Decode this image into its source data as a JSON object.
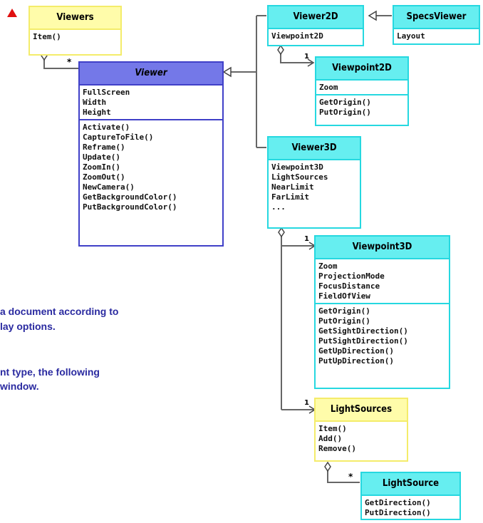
{
  "classes": {
    "viewers": {
      "name": "Viewers",
      "methods": [
        "Item()"
      ]
    },
    "viewer": {
      "name": "Viewer",
      "attributes": [
        "FullScreen",
        "Width",
        "Height"
      ],
      "methods": [
        "Activate()",
        "CaptureToFile()",
        "Reframe()",
        "Update()",
        "ZoomIn()",
        "ZoomOut()",
        "NewCamera()",
        "GetBackgroundColor()",
        "PutBackgroundColor()"
      ]
    },
    "viewer2d": {
      "name": "Viewer2D",
      "attributes": [
        "Viewpoint2D"
      ]
    },
    "specsviewer": {
      "name": "SpecsViewer",
      "attributes": [
        "Layout"
      ]
    },
    "viewpoint2d": {
      "name": "Viewpoint2D",
      "attributes": [
        "Zoom"
      ],
      "methods": [
        "GetOrigin()",
        "PutOrigin()"
      ]
    },
    "viewer3d": {
      "name": "Viewer3D",
      "attributes": [
        "Viewpoint3D",
        "LightSources",
        "NearLimit",
        "FarLimit",
        "..."
      ]
    },
    "viewpoint3d": {
      "name": "Viewpoint3D",
      "attributes": [
        "Zoom",
        "ProjectionMode",
        "FocusDistance",
        "FieldOfView"
      ],
      "methods": [
        "GetOrigin()",
        "PutOrigin()",
        "GetSightDirection()",
        "PutSightDirection()",
        "GetUpDirection()",
        "PutUpDirection()"
      ]
    },
    "lightsources": {
      "name": "LightSources",
      "methods": [
        "Item()",
        "Add()",
        "Remove()"
      ]
    },
    "lightsource": {
      "name": "LightSource",
      "methods": [
        "GetDirection()",
        "PutDirection()"
      ]
    }
  },
  "multiplicity": {
    "viewers_viewer_star": "*",
    "viewer2d_vp_one": "1",
    "viewer3d_vp_one": "1",
    "viewer3d_ls_one": "1",
    "ls_l_star": "*"
  },
  "text": {
    "line1": "a document according to",
    "line2": "lay options.",
    "line3": "nt type, the following",
    "line4": "window."
  },
  "colors": {
    "cyan": "#26d8e0",
    "yellow": "#f4ec6a",
    "blue": "#4040c8",
    "text_blue": "#2a2aa0",
    "marker_red": "#e01010"
  }
}
